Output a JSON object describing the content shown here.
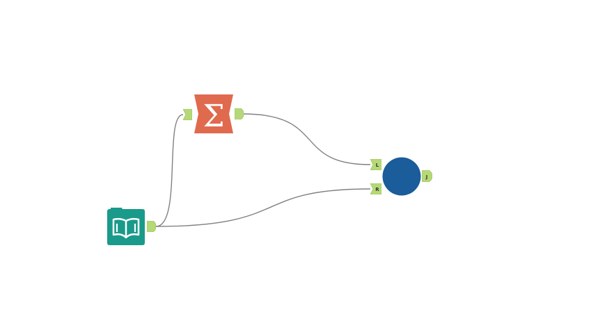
{
  "canvas": {
    "background": "#ffffff"
  },
  "tools": {
    "input": {
      "icon": "book-icon",
      "color": "#1a9a8a"
    },
    "summarize": {
      "icon": "sigma-icon",
      "glyph": "Σ",
      "color": "#e06a4e"
    },
    "join": {
      "icon": "circle-icon",
      "color": "#1b5c9a"
    }
  },
  "anchors": {
    "color": "#b5d977",
    "join_left_label": "L",
    "join_right_label": "R",
    "join_output_label": "J"
  },
  "connections": {
    "color": "#808080"
  }
}
